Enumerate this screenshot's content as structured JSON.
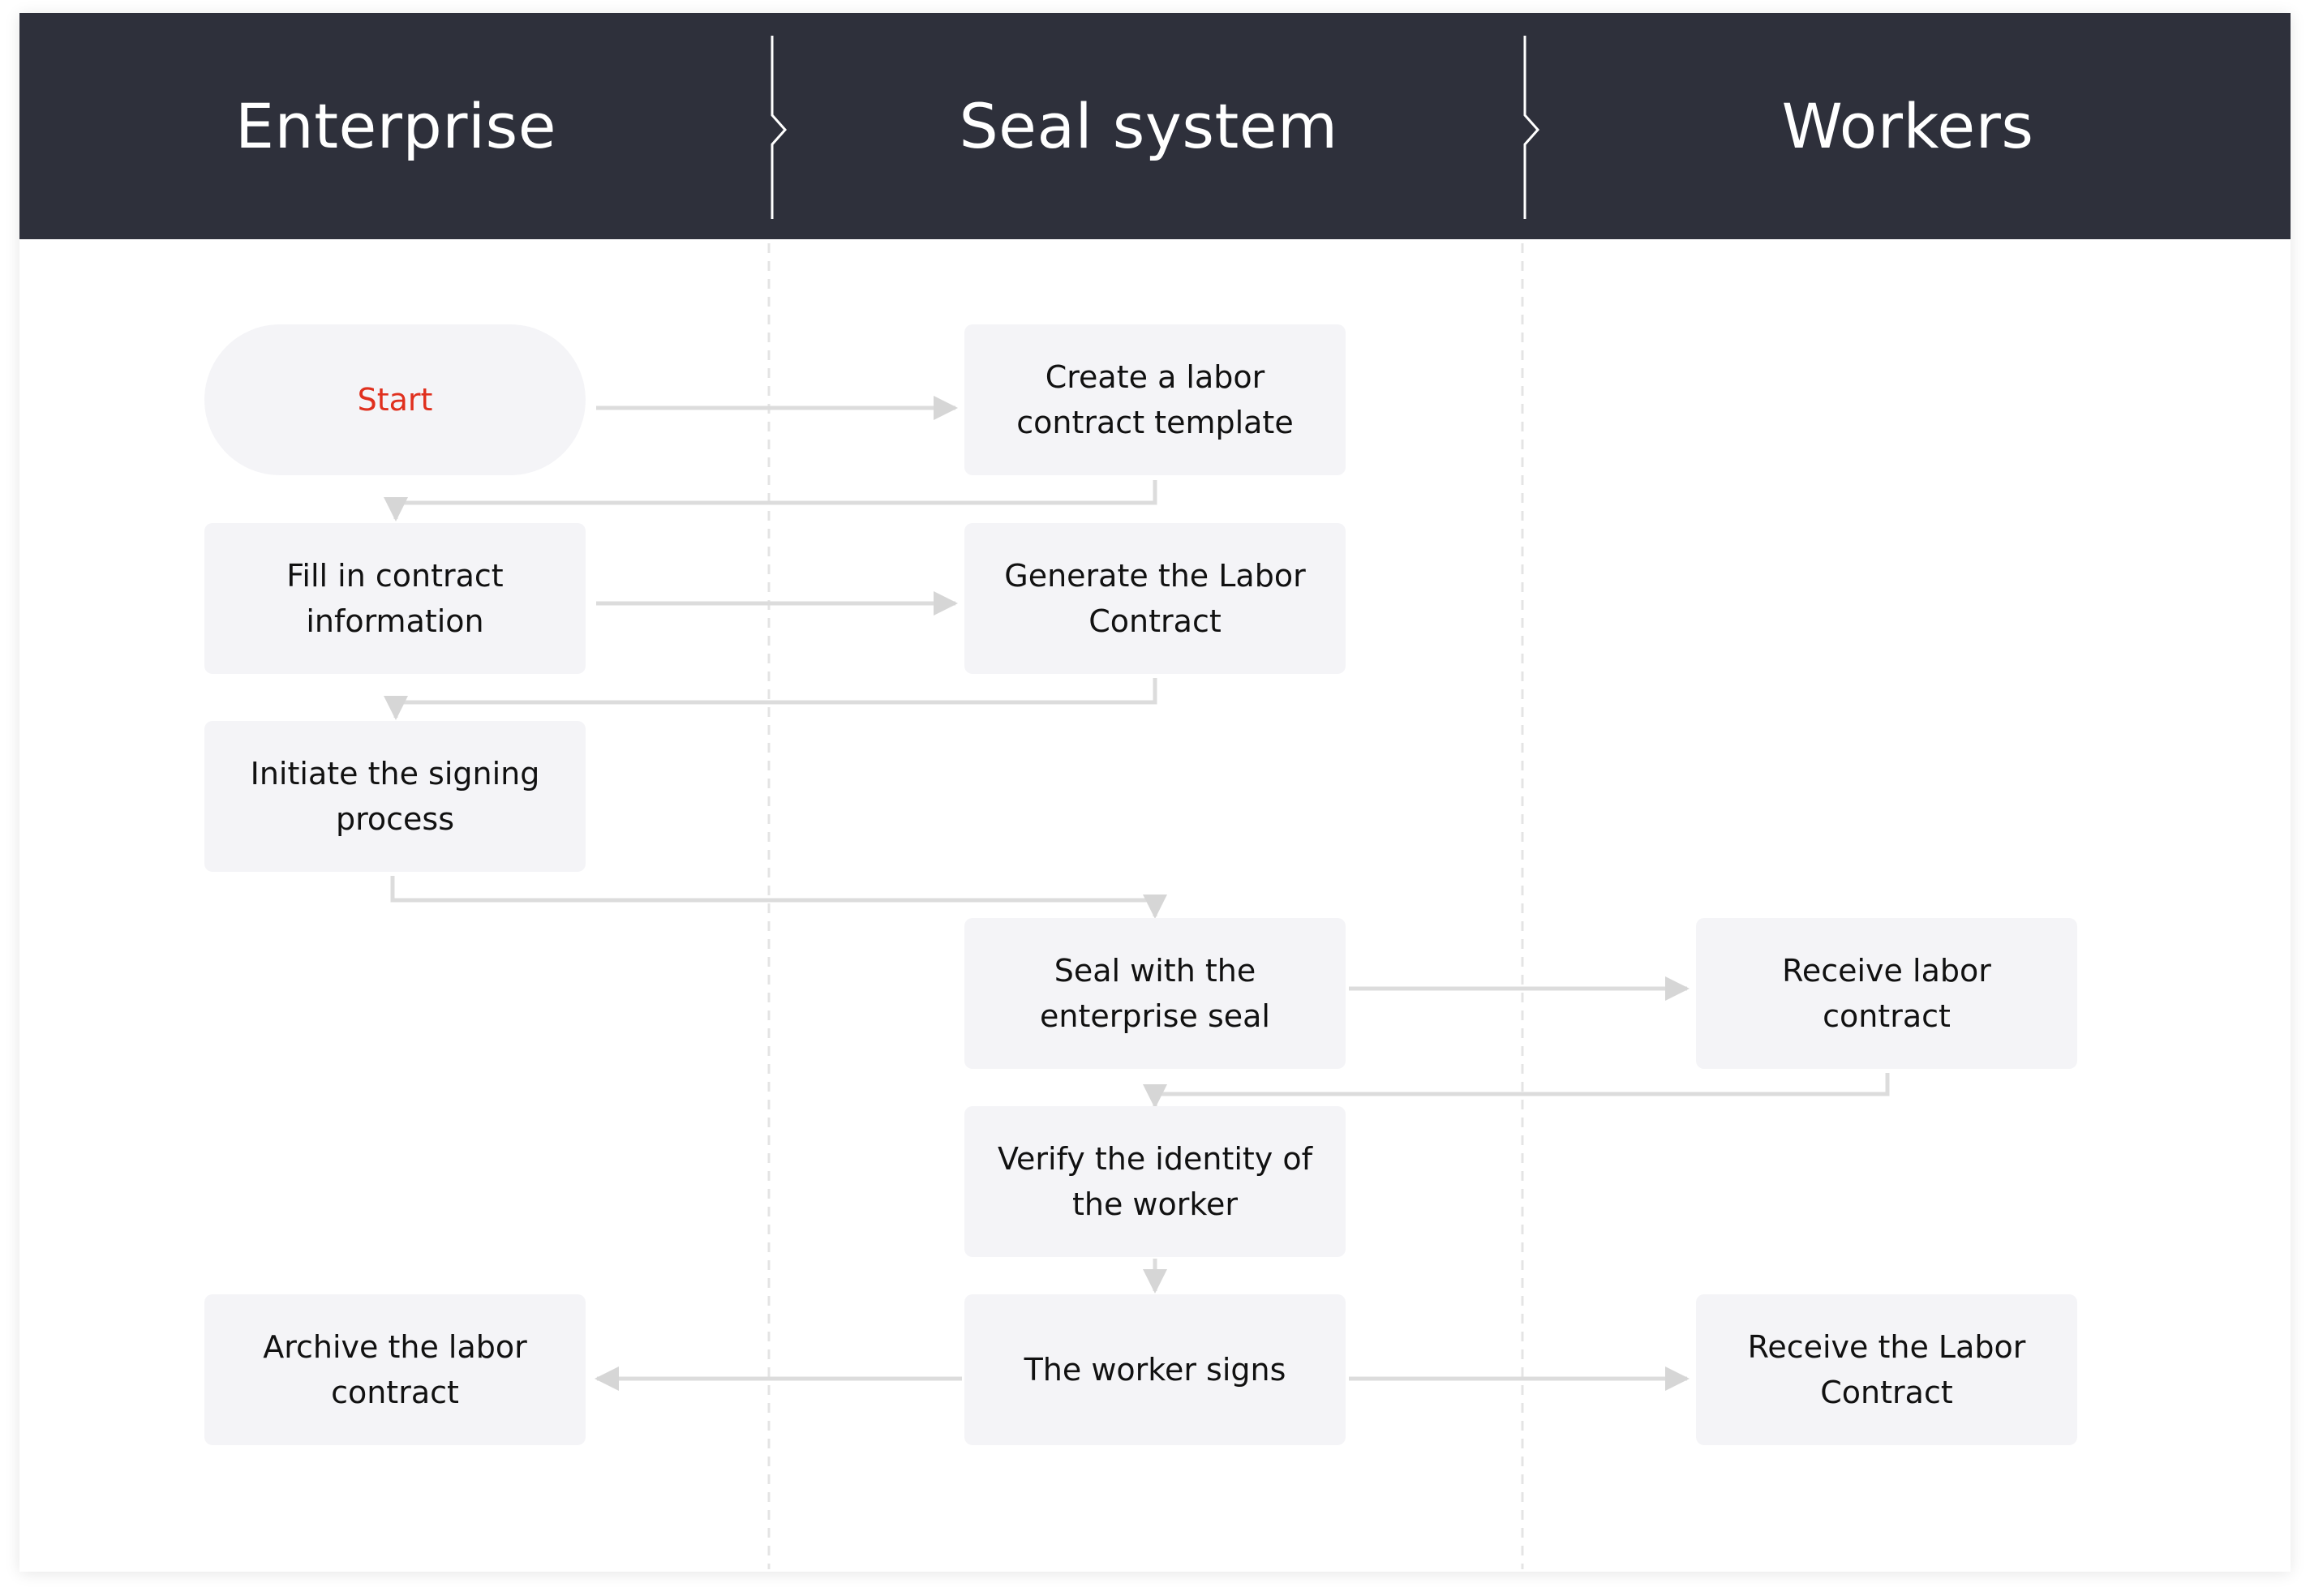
{
  "lanes": [
    {
      "title": "Enterprise"
    },
    {
      "title": "Seal system"
    },
    {
      "title": "Workers"
    }
  ],
  "nodes": {
    "start": "Start",
    "create_template": "Create a labor contract template",
    "fill_info": "Fill in contract information",
    "generate_contract": "Generate the Labor Contract",
    "initiate_signing": "Initiate the signing process",
    "seal_enterprise": "Seal with the enterprise seal",
    "receive_labor_contract": "Receive labor contract",
    "verify_identity": "Verify the identity of the worker",
    "worker_signs": "The worker signs",
    "archive_contract": "Archive the labor contract",
    "receive_final_contract": "Receive the Labor Contract"
  },
  "colors": {
    "header_bg": "#2e303b",
    "node_bg": "#f4f4f7",
    "start_text": "#e0301e",
    "connector": "#dcdcdc"
  }
}
